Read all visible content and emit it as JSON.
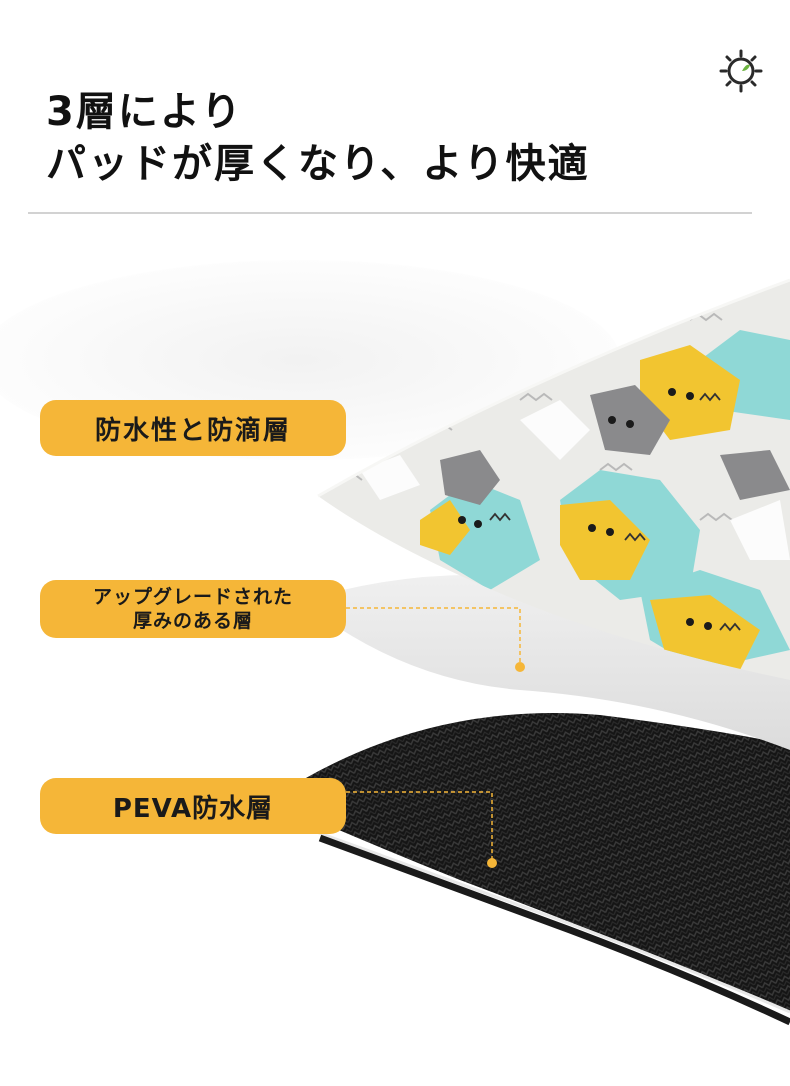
{
  "title": {
    "line1": "3層により",
    "line2": "パッドが厚くなり、より快適"
  },
  "brand": {
    "icon": "sun-logo-icon"
  },
  "layers": {
    "top": {
      "label": "防水性と防滴層",
      "icon": "cat-pattern-fabric"
    },
    "middle": {
      "line1": "アップグレードされた",
      "line2": "厚みのある層",
      "icon": "padding-layer"
    },
    "bottom": {
      "label": "PEVA防水層",
      "icon": "black-mesh-layer"
    }
  },
  "colors": {
    "accent": "#f5b638",
    "text": "#111111",
    "cat_yellow": "#f2c530",
    "cat_teal": "#8fd8d6",
    "cat_gray": "#8a8a8c",
    "base_black": "#141414"
  }
}
